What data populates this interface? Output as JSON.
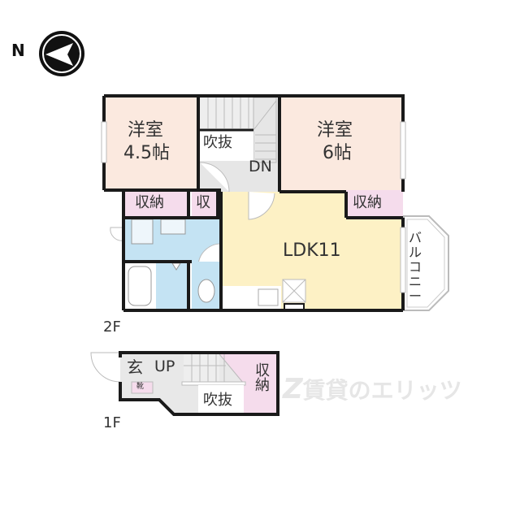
{
  "compass": {
    "label": "N",
    "direction": "west"
  },
  "colors": {
    "western_room": "#fbe9df",
    "storage": "#f5dcec",
    "ldk": "#fdf1c5",
    "wet_area": "#c4e3f3",
    "stairs": "#e6e6e6",
    "wall": "#1a1a1a"
  },
  "floor2": {
    "label": "2F",
    "rooms": {
      "western1": {
        "name": "洋室",
        "size": "4.5帖"
      },
      "western2": {
        "name": "洋室",
        "size": "6帖"
      },
      "void": "吹抜",
      "stairs_down": "DN",
      "storage1": "収納",
      "storage_small": "収",
      "storage2": "収納",
      "ldk": "LDK11",
      "balcony": "バルコニー"
    },
    "balcony_chars": [
      "バ",
      "ル",
      "コ",
      "ニ",
      "ー"
    ]
  },
  "floor1": {
    "label": "1F",
    "rooms": {
      "entrance": "玄",
      "shoe": "靴",
      "stairs_up": "UP",
      "void": "吹抜",
      "storage": "収納"
    }
  },
  "watermark": "賃貸のエリッツ"
}
